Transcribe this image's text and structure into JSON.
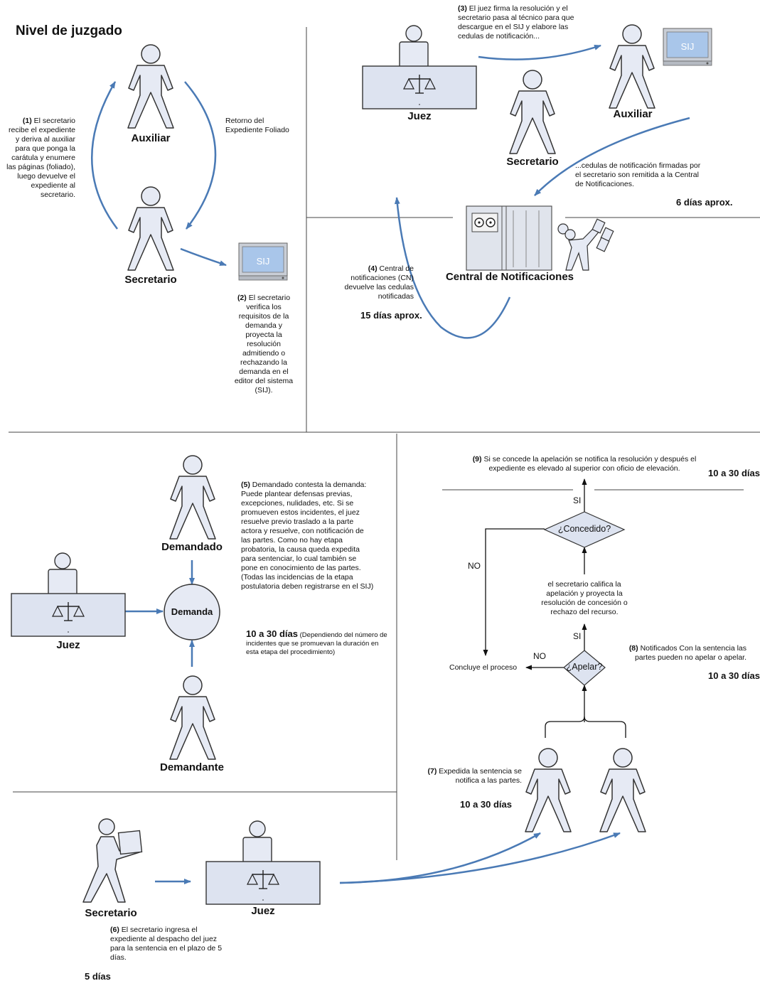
{
  "title": "Nivel de juzgado",
  "labels": {
    "auxiliar": "Auxiliar",
    "secretario": "Secretario",
    "juez": "Juez",
    "central": "Central de Notificaciones",
    "demandado": "Demandado",
    "demandante": "Demandante",
    "demanda": "Demanda",
    "sij": "SIJ"
  },
  "steps": {
    "s1_num": "(1)",
    "s1_text": "El secretario recibe el expediente y deriva al auxiliar para que ponga la carátula y enumere las páginas (foliado), luego devuelve el expediente al secretario.",
    "retorno": "Retorno del Expediente Foliado",
    "s2_num": "(2)",
    "s2_text": "El secretario verifica los requisitos de la demanda y proyecta la resolución admitiendo o rechazando la demanda en el editor del sistema (SIJ).",
    "s3_num": "(3)",
    "s3_text": "El juez firma la resolución y el secretario pasa al técnico para que descargue en el SIJ y elabore las cedulas de notificación...",
    "s3b_text": "...cedulas de notificación firmadas por el secretario son remitida a la Central de Notificaciones.",
    "s4_num": "(4)",
    "s4_text": "Central de notificaciones (CN) devuelve las cedulas notificadas",
    "s5_num": "(5)",
    "s5_text": "Demandado contesta la demanda: Puede plantear defensas previas, excepciones, nulidades, etc. Si se promueven estos incidentes, el juez resuelve previo traslado a la parte actora y resuelve, con notificación de las partes. Como no hay etapa probatoria, la causa queda expedita para sentenciar, lo cual también se pone en conocimiento de las partes. (Todas las incidencias de la etapa postulatoria deben registrarse en el SIJ)",
    "s5_dur_note": "(Dependiendo del número de incidentes que se promuevan la duración en esta etapa del procedimiento)",
    "s6_num": "(6)",
    "s6_text": "El secretario ingresa el expediente al despacho del juez para la sentencia en el plazo de 5 días.",
    "s7_num": "(7)",
    "s7_text": "Expedida la sentencia se notifica a las partes.",
    "s8_num": "(8)",
    "s8_text": "Notificados Con la sentencia las partes pueden no apelar o apelar.",
    "s9_num": "(9)",
    "s9_text": "Si se concede la apelación se notifica la resolución y después el expediente es elevado al superior con oficio de elevación.",
    "califica": "el secretario califica la apelación y proyecta la resolución de concesión o rechazo del recurso.",
    "concluye": "Concluye el proceso"
  },
  "durations": {
    "d6": "6 días aprox.",
    "d15": "15 días aprox.",
    "d10_30": "10 a 30 días",
    "d5": "5 días"
  },
  "decisions": {
    "concedido": "¿Concedido?",
    "apelar": "¿Apelar?",
    "si": "SI",
    "no": "NO"
  }
}
